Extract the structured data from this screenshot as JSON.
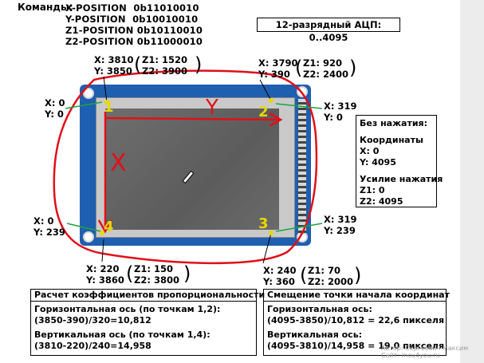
{
  "commands": {
    "title": "Команды:",
    "items": [
      "X-POSITION  0b11010010",
      "Y-POSITION  0b10010010",
      "Z1-POSITION 0b10110010",
      "Z2-POSITION 0b11000010"
    ]
  },
  "adc_label": "12-разрядный АЦП: 0..4095",
  "touch_points": [
    {
      "label": "1",
      "x": "X: 3810",
      "y": "Y: 3850",
      "z1": "Z1: 1520",
      "z2": "Z2: 3900"
    },
    {
      "label": "2",
      "x": "X: 3790",
      "y": "Y: 390",
      "z1": "Z1: 920",
      "z2": "Z2: 2400"
    },
    {
      "label": "4",
      "x": "X: 220",
      "y": "Y: 3860",
      "z1": "Z1: 150",
      "z2": "Z2: 3800"
    },
    {
      "label": "3",
      "x": "X: 240",
      "y": "Y: 360",
      "z1": "Z1: 70",
      "z2": "Z2: 2000"
    }
  ],
  "screen_corners": {
    "top_left": {
      "x": "X: 0",
      "y": "Y: 0"
    },
    "top_right": {
      "x": "X: 319",
      "y": "Y: 0"
    },
    "bottom_left": {
      "x": "X: 0",
      "y": "Y: 239"
    },
    "bottom_right": {
      "x": "X: 319",
      "y": "Y: 239"
    }
  },
  "axis_marks": {
    "x": "X",
    "y": "Y"
  },
  "no_press": {
    "title": "Без нажатия:",
    "coords_heading": "Координаты",
    "x": "X: 0",
    "y": "Y: 4095",
    "force_heading": "Усилие нажатия",
    "z1": "Z1: 0",
    "z2": "Z2: 4095"
  },
  "coefficients": {
    "title": "Расчет коэффициентов пропорциональности",
    "h_heading": "Горизонтальная ось (по точкам 1,2):",
    "h_formula": "(3850-390)/320=10,812",
    "v_heading": "Вертикальная ось (по точкам 1,4):",
    "v_formula": "(3810-220)/240=14,958"
  },
  "offset": {
    "title": "Смещение точки начала координат",
    "h_heading": "Горизонтальная ось:",
    "h_formula": "(4095-3850)/10,812 = 22,6 пикселя",
    "v_heading": "Вертикальная ось:",
    "v_formula": "(4095-3810)/14,958 = 19,0 пикселя"
  },
  "watermark": {
    "line1": "Автор: Сергеевич Максим",
    "line2": "Сайт: mcu4you.ru"
  },
  "colors": {
    "device_blue": "#1f5fb0",
    "annotation_red": "#e0101a",
    "pointer_green": "#1aa63a",
    "marker_yellow": "#e8d800"
  }
}
